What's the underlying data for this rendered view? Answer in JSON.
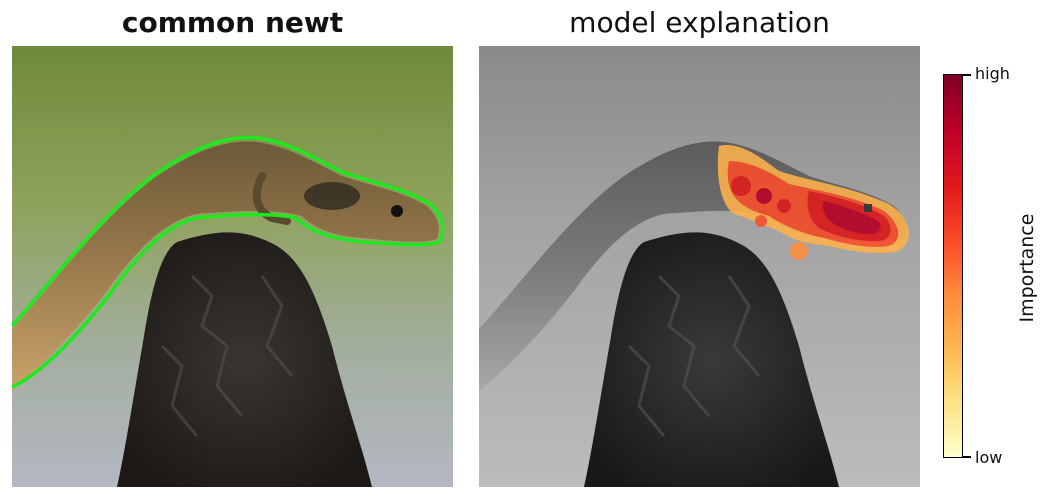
{
  "left_panel": {
    "title": "common newt",
    "image_subject": "newt-photo",
    "outline_color": "#1ee81e"
  },
  "right_panel": {
    "title": "model explanation",
    "image_subject": "newt-grayscale-heatmap"
  },
  "colorbar": {
    "label": "Importance",
    "high_label": "high",
    "low_label": "low",
    "colors": [
      "#800026",
      "#bd0026",
      "#e31a1c",
      "#fc4e2a",
      "#fd8d3c",
      "#feb24c",
      "#fed976",
      "#ffffcc"
    ]
  }
}
